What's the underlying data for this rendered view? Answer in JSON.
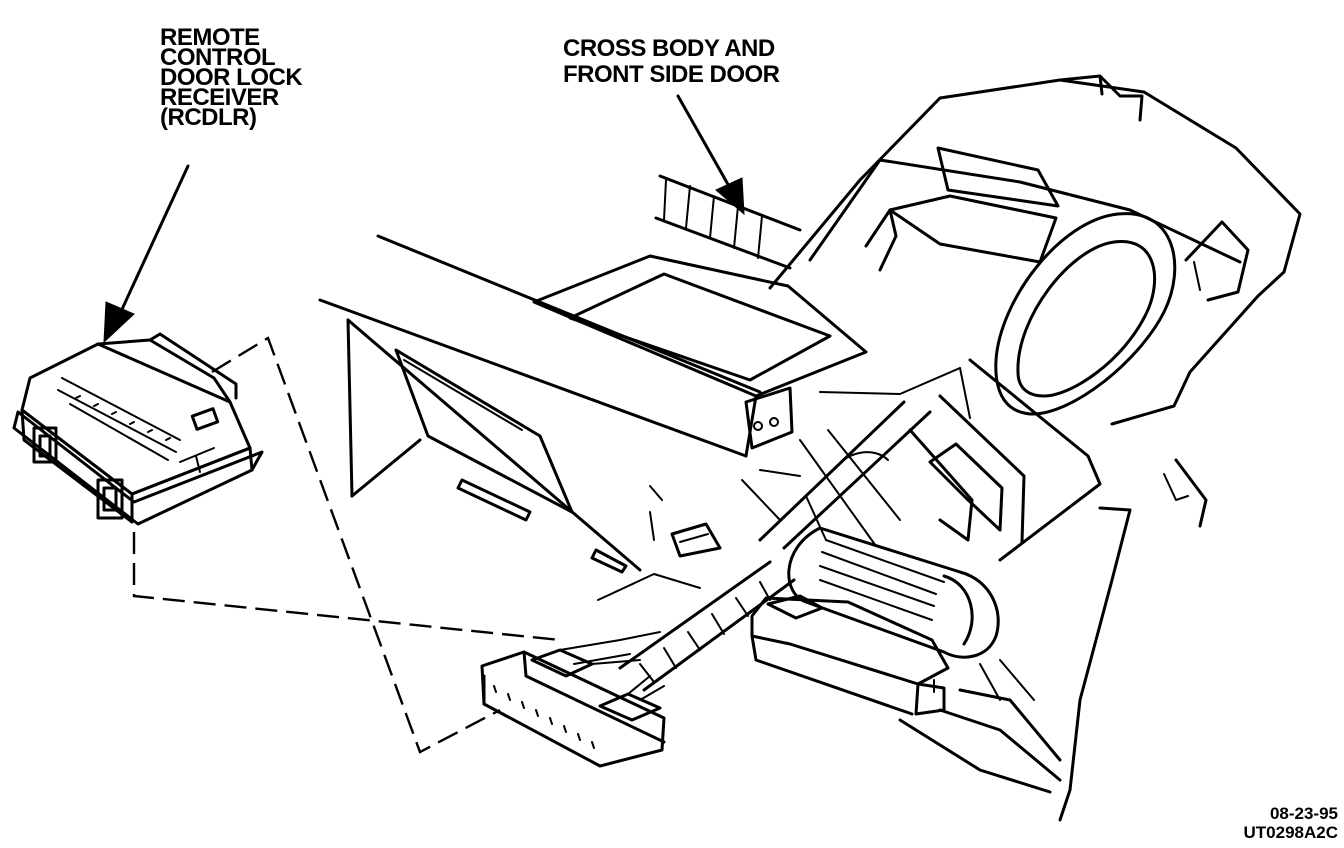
{
  "labels": {
    "rcdlr": [
      "REMOTE",
      "CONTROL",
      "DOOR LOCK",
      "RECEIVER",
      "(RCDLR)"
    ],
    "harness": [
      "CROSS BODY AND",
      "FRONT SIDE DOOR"
    ]
  },
  "figure": {
    "date": "08-23-95",
    "code": "UT0298A2C"
  },
  "colors": {
    "ink": "#000000",
    "paper": "#ffffff"
  },
  "icons": [
    "arrow-to-receiver",
    "arrow-to-harness"
  ]
}
